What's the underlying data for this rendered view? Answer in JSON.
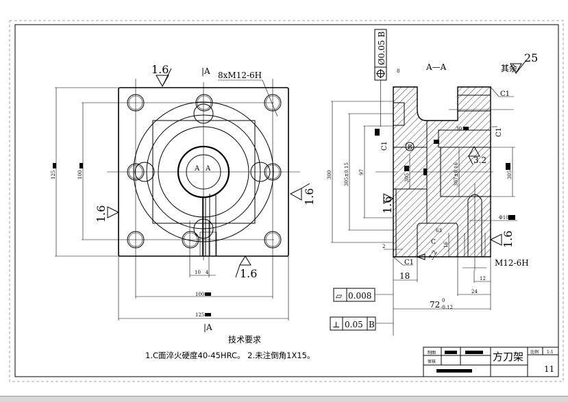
{
  "front_view": {
    "roughness_top": "1.6",
    "roughness_right": "1.6",
    "roughness_left": "1.6",
    "roughness_bottom": "1.6",
    "section_mark_top": "|A",
    "section_mark_bottom": "|A",
    "center_mark_left": "A",
    "center_mark_right": "A",
    "thread_note": "8xM12-6H",
    "dims": {
      "height_outer": "125",
      "height_inner": "100",
      "slot_a": "10",
      "slot_b": "4",
      "width_inner": "100",
      "width_outer": "125"
    }
  },
  "section_view": {
    "title": "A—A",
    "runout_tolerance": "Ø0.05 B",
    "general_roughness_label": "其余",
    "general_roughness_value": "25",
    "chamfer_top": "C1",
    "chamfer_right": "C1",
    "chamfer_left": "C1",
    "chamfer_bottom": "C1",
    "datum": "B",
    "roughness_left": "1.6",
    "roughness_right": "1.6",
    "roughness_inner": "3.2",
    "roughness_bottom": "3.2",
    "thread_label": "M12-6H",
    "surface_c": "C",
    "dims": {
      "top_width": "8",
      "d300": "300",
      "d305_tol": "305±0.15",
      "d97": "97",
      "d305": "305",
      "d307_tol": "307±0.16",
      "d305_right": "305",
      "d30": "30",
      "d63": "63",
      "d16": "16",
      "d2": "2",
      "d10": "Φ10",
      "d18": "18",
      "d12": "12",
      "d24": "24",
      "d72": "72",
      "d72_upper": "0",
      "d72_lower": "-0.12"
    },
    "flatness": {
      "symbol": "⏥",
      "value": "0.008"
    },
    "perpendicularity": {
      "symbol": "⊥",
      "value": "0.05",
      "datum": "B"
    }
  },
  "tech_requirements": {
    "title": "技术要求",
    "items": "1.C面淬火硬度40-45HRC。    2.未注倒角1X15。"
  },
  "title_block": {
    "drawn_label": "制图",
    "checked_label": "审核",
    "part_name": "方刀架",
    "scale_label": "比例",
    "scale_value": "1:1",
    "drawing_number": "11"
  }
}
